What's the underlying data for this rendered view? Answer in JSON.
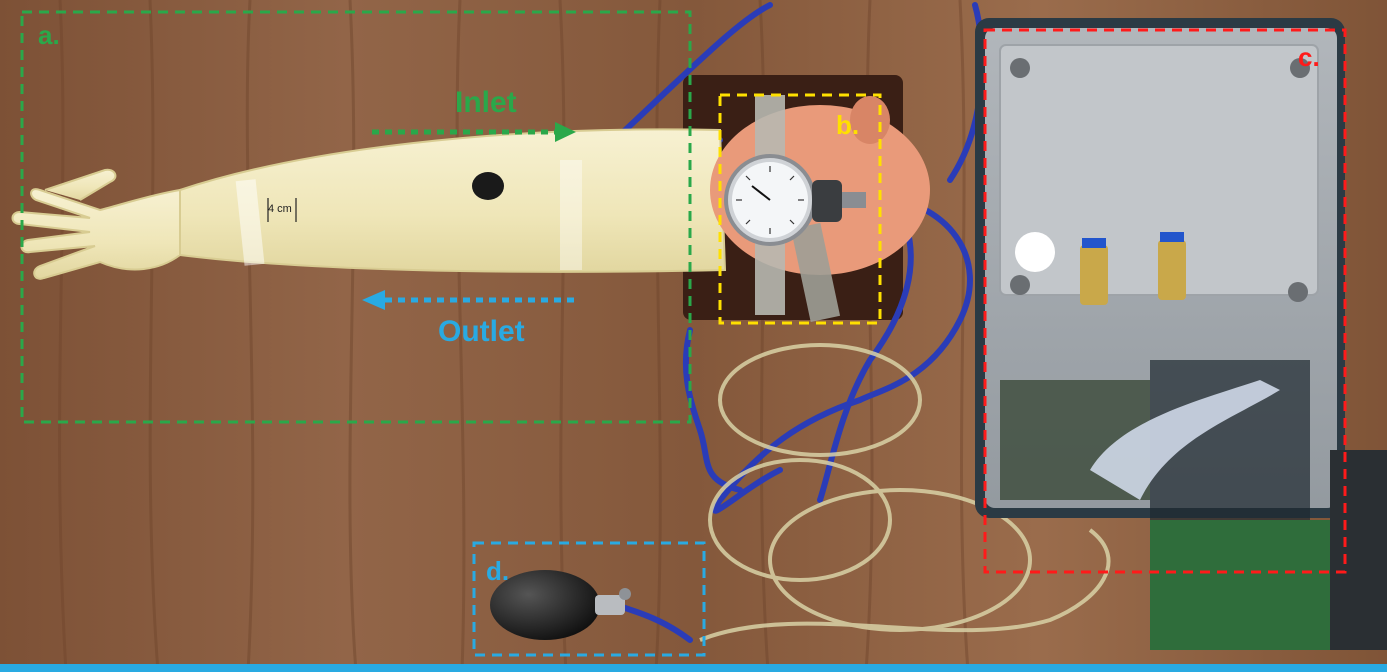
{
  "labels": {
    "a": "a.",
    "b": "b.",
    "c": "c.",
    "d": "d.",
    "inlet": "Inlet",
    "outlet": "Outlet",
    "arm_marking": "4 cm"
  },
  "colors": {
    "region_a": "#2aa84a",
    "region_b": "#ffe000",
    "region_c": "#ff1a1a",
    "region_d": "#29aae2",
    "inlet": "#2aa84a",
    "outlet": "#29aae2",
    "wood": "#8a5a3a",
    "tube_blue": "#2a3cb8",
    "tube_clear": "#d9d2a6",
    "arm": "#f3ecc4"
  },
  "objects": {
    "arm": "arm-phantom",
    "gauge": "pressure-gauge",
    "box": "control-box",
    "bulb": "inflation-bulb"
  }
}
